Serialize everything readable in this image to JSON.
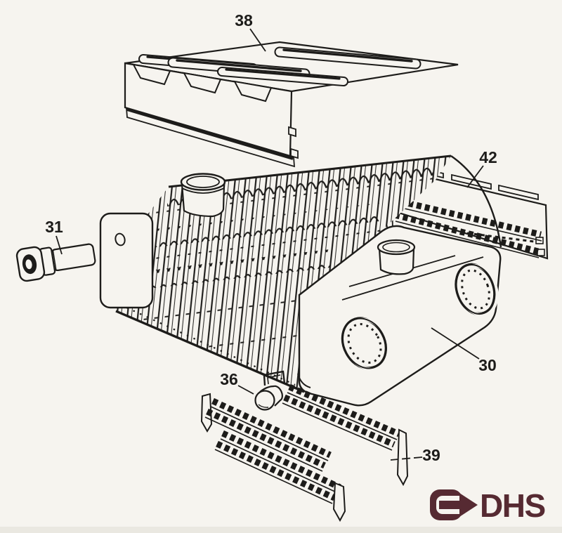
{
  "figure": {
    "kind": "exploded parts diagram (black and white line art)"
  },
  "callouts": [
    {
      "text": "38"
    },
    {
      "text": "42"
    },
    {
      "text": "31"
    },
    {
      "text": "30"
    },
    {
      "text": "36"
    },
    {
      "text": "39"
    }
  ],
  "logo": {
    "text": "DHS"
  },
  "colors": {
    "ink": "#1d1c1a",
    "paper": "#f6f4ef",
    "logo_maroon": "#562a32"
  }
}
